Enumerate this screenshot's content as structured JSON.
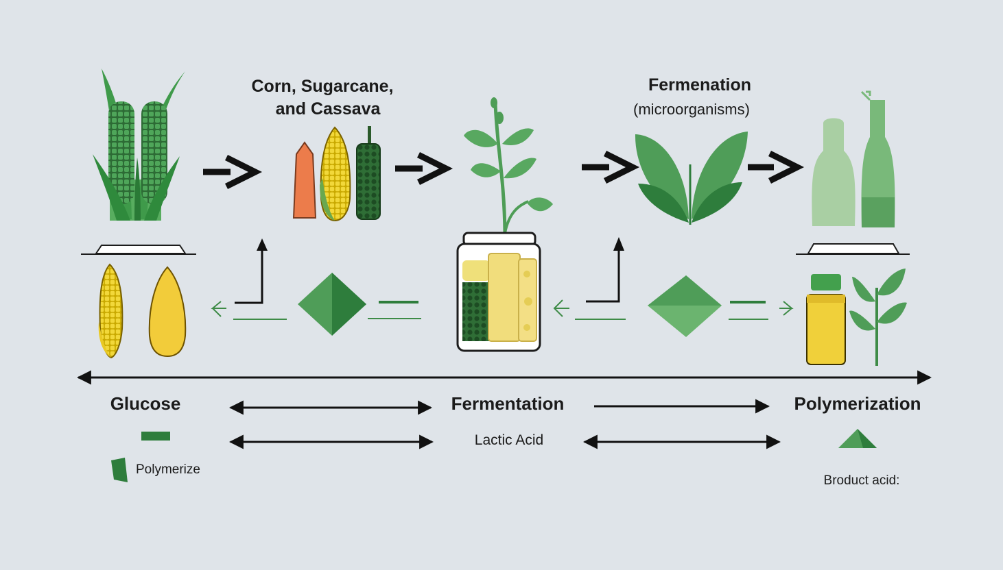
{
  "sources": {
    "title_line1": "Corn, Sugarcane,",
    "title_line2": "and Cassava"
  },
  "fermentation_top": {
    "title_line1": "Fermenation",
    "title_line2": "(microorganisms)"
  },
  "stages": {
    "glucose": "Glucose",
    "fermentation": "Fermentation",
    "polymerization": "Polymerization"
  },
  "lower_labels": {
    "lactic_acid": "Lactic Acid",
    "polymerize": "Polymerize",
    "product": "Broduct acid:"
  },
  "colors": {
    "background": "#dfe4e9",
    "dark_green": "#2e7d3c",
    "mid_green": "#4f9d58",
    "light_green": "#8cc08a",
    "corn_yellow": "#f1d53a",
    "arrow": "#111111"
  }
}
